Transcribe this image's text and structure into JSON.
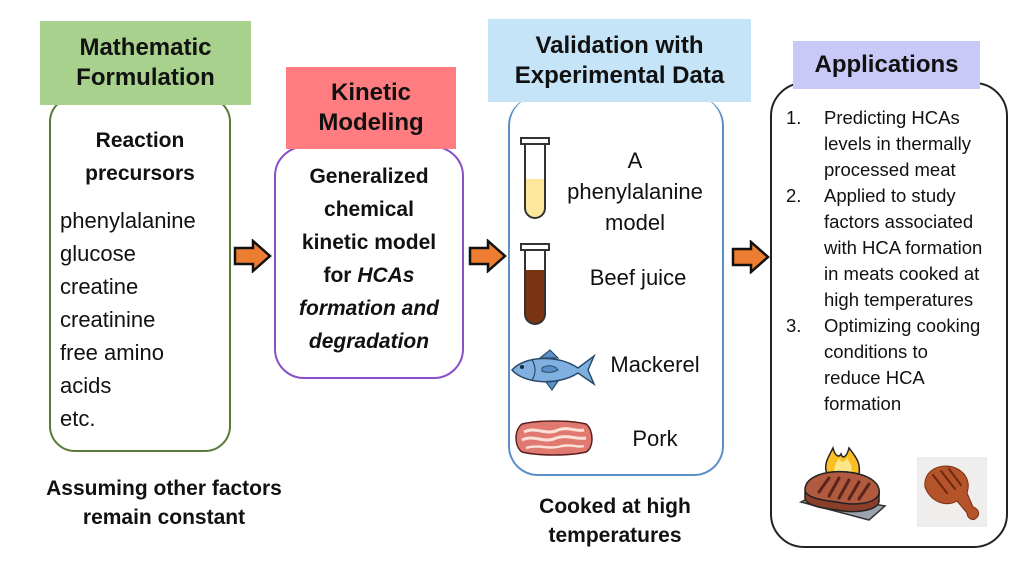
{
  "stages": [
    {
      "header": [
        "Mathematic",
        "Formulation"
      ],
      "title": [
        "Reaction",
        "precursors"
      ],
      "items": [
        "phenylalanine",
        "glucose",
        "creatine",
        "creatinine",
        "free amino",
        "acids",
        "etc."
      ],
      "caption": [
        "Assuming other factors",
        "remain constant"
      ],
      "header_color": "#a9d18e",
      "border_color": "#5a7a3a"
    },
    {
      "header": [
        "Kinetic",
        "Modeling"
      ],
      "text_lines": [
        "Generalized",
        "chemical",
        "kinetic model"
      ],
      "text_for": "for ",
      "text_hcas": "HCAs",
      "text_italic": [
        "formation and",
        "degradation"
      ],
      "header_color": "#ff7c80",
      "border_color": "#8a4fc6"
    },
    {
      "header": [
        "Validation with",
        "Experimental Data"
      ],
      "samples": [
        {
          "icon": "test-tube-yellow-icon",
          "label": [
            "A",
            "phenylalanine",
            "model"
          ]
        },
        {
          "icon": "test-tube-brown-icon",
          "label": [
            "Beef juice"
          ]
        },
        {
          "icon": "fish-icon",
          "label": [
            "Mackerel"
          ]
        },
        {
          "icon": "pork-meat-icon",
          "label": [
            "Pork"
          ]
        }
      ],
      "caption": [
        "Cooked at high",
        "temperatures"
      ],
      "header_color": "#c5e4f7",
      "border_color": "#5b8fc7"
    },
    {
      "header": [
        "Applications"
      ],
      "applications": [
        {
          "num": "1.",
          "lines": [
            "Predicting HCAs",
            "levels in thermally",
            "processed meat"
          ]
        },
        {
          "num": "2.",
          "lines": [
            "Applied to study",
            "factors associated",
            "with HCA formation",
            "in meats cooked at",
            "high temperatures"
          ]
        },
        {
          "num": "3.",
          "lines": [
            "Optimizing cooking",
            "conditions to",
            "reduce HCA",
            "formation"
          ]
        }
      ],
      "images": [
        "grilled-steak-icon",
        "roasted-chicken-leg-image"
      ],
      "header_color": "#c9c9f7",
      "border_color": "#222222"
    }
  ],
  "arrow_color": "#ed7d31"
}
